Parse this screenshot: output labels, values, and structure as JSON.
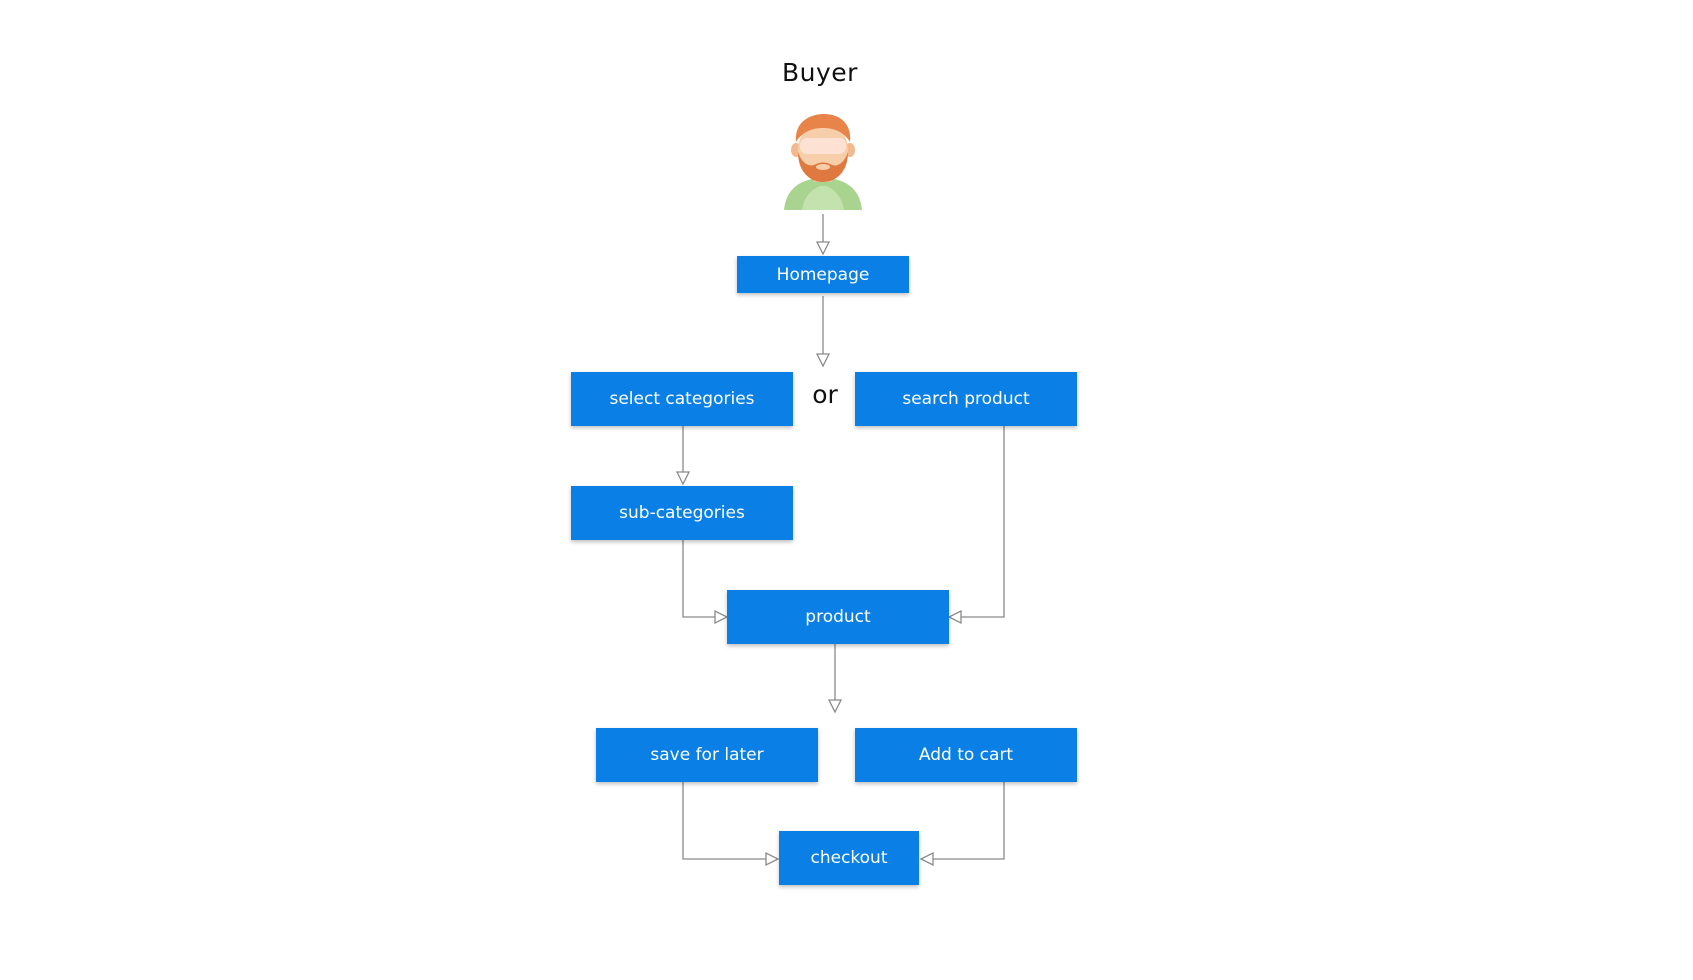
{
  "diagram": {
    "actor": {
      "label": "Buyer",
      "icon": "buyer-avatar-icon"
    },
    "connector_text": "or",
    "nodes": {
      "homepage": "Homepage",
      "select_categories": "select categories",
      "search_product": "search product",
      "sub_categories": "sub-categories",
      "product": "product",
      "save_for_later": "save for later",
      "add_to_cart": "Add to cart",
      "checkout": "checkout"
    },
    "edges": [
      {
        "from": "Buyer",
        "to": "Homepage"
      },
      {
        "from": "Homepage",
        "to": "or"
      },
      {
        "from": "select categories",
        "to": "sub-categories"
      },
      {
        "from": "sub-categories",
        "to": "product"
      },
      {
        "from": "search product",
        "to": "product"
      },
      {
        "from": "product",
        "to": "save for later / Add to cart"
      },
      {
        "from": "save for later",
        "to": "checkout"
      },
      {
        "from": "Add to cart",
        "to": "checkout"
      }
    ],
    "colors": {
      "node_fill": "#0a7fe6",
      "node_text": "#ffffff",
      "edge": "#8a8a8a"
    }
  }
}
